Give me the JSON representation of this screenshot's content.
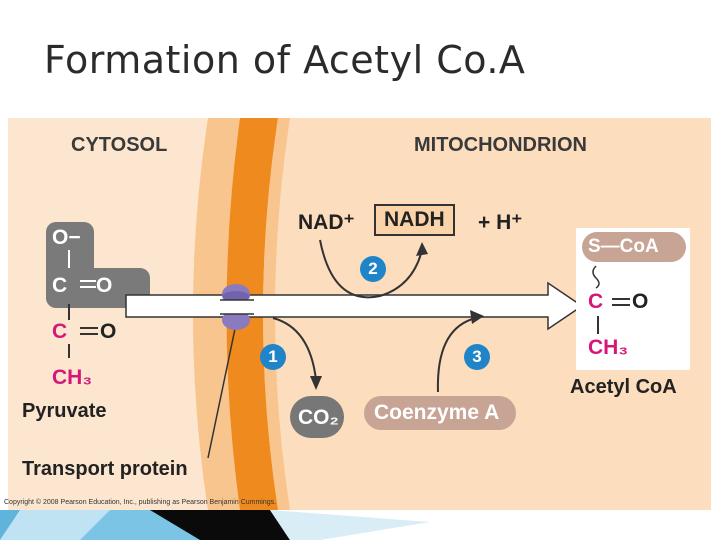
{
  "slide": {
    "title": "Formation of Acetyl Co.A"
  },
  "figure": {
    "cytosol_label": "CYTOSOL",
    "mitochondrion_label": "MITOCHONDRION",
    "pyruvate": {
      "o_minus": "O−",
      "c_double_o_top": "C",
      "o_top": "O",
      "c_middle": "C",
      "o_middle": "O",
      "ch3": "CH₃",
      "name": "Pyruvate"
    },
    "transport_protein_label": "Transport protein",
    "nad": "NAD⁺",
    "nadh": "NADH",
    "h_plus": "+ H⁺",
    "co2": "CO₂",
    "coenzyme_a": "Coenzyme A",
    "acetyl": {
      "s_coa": "S—CoA",
      "c": "C",
      "o": "O",
      "ch3": "CH₃",
      "name": "Acetyl CoA"
    },
    "steps": [
      "1",
      "2",
      "3"
    ],
    "copyright": "Copyright © 2008 Pearson Education, Inc., publishing as Pearson Benjamin Cummings."
  },
  "colors": {
    "cytosol_bg": "#fde6cf",
    "membrane_outer": "#f9c58e",
    "membrane_dark": "#ef8a1e",
    "matrix_bg": "#fbd3a8",
    "pill_brown": "#c8a494",
    "co2_gray": "#777777",
    "step_blue": "#1f84c8",
    "magenta": "#d6177a",
    "protein_purple": "#8a7bbf"
  }
}
